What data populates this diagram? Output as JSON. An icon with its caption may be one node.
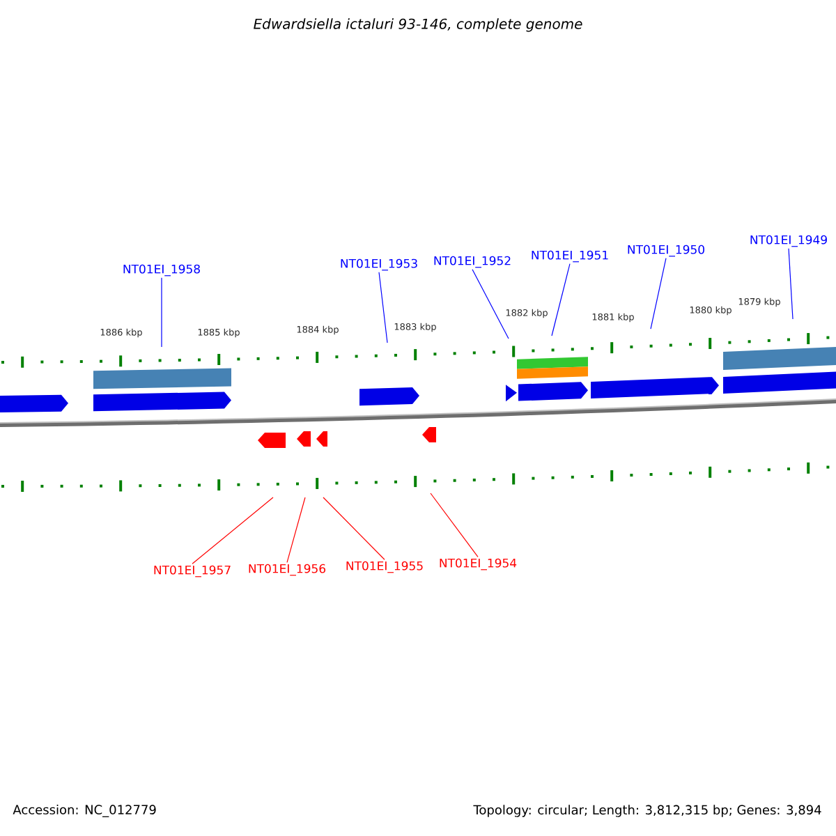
{
  "diagram": {
    "title": "Edwardsiella ictaluri 93-146, complete genome",
    "nodes": [
      {
        "text": [
          "NT01EI_1958"
        ]
      },
      {
        "text": [
          "NT01EI_1953"
        ]
      },
      {
        "text": [
          "NT01EI_1952"
        ]
      },
      {
        "text": [
          "NT01EI_1951"
        ]
      },
      {
        "text": [
          "NT01EI_1950"
        ]
      },
      {
        "text": [
          "NT01EI_1949"
        ]
      },
      {
        "text": [
          "NT01EI_1957"
        ]
      },
      {
        "text": [
          "NT01EI_1956"
        ]
      },
      {
        "text": [
          "NT01EI_1955"
        ]
      },
      {
        "text": [
          "NT01EI_1954"
        ]
      }
    ],
    "edges": [
      {
        "from": 0,
        "to": null,
        "arrow": "none",
        "color": "#0000ff"
      },
      {
        "from": 1,
        "to": null,
        "arrow": "none",
        "color": "#0000ff"
      },
      {
        "from": 2,
        "to": null,
        "arrow": "none",
        "color": "#0000ff"
      },
      {
        "from": 3,
        "to": null,
        "arrow": "none",
        "color": "#0000ff"
      },
      {
        "from": 4,
        "to": null,
        "arrow": "none",
        "color": "#0000ff"
      },
      {
        "from": 5,
        "to": null,
        "arrow": "none",
        "color": "#0000ff"
      },
      {
        "from": 6,
        "to": null,
        "arrow": "none",
        "color": "#ff0000"
      },
      {
        "from": 7,
        "to": null,
        "arrow": "none",
        "color": "#ff0000"
      },
      {
        "from": 8,
        "to": null,
        "arrow": "none",
        "color": "#ff0000"
      },
      {
        "from": 9,
        "to": null,
        "arrow": "none",
        "color": "#ff0000"
      }
    ],
    "labels": [
      "1886 kbp",
      "1885 kbp",
      "1884 kbp",
      "1883 kbp",
      "1882 kbp",
      "1881 kbp",
      "1880 kbp",
      "1879 kbp",
      "Accession: NC_012779",
      "Topology: circular; Length: 3,812,315 bp; Genes: 3,894"
    ]
  }
}
